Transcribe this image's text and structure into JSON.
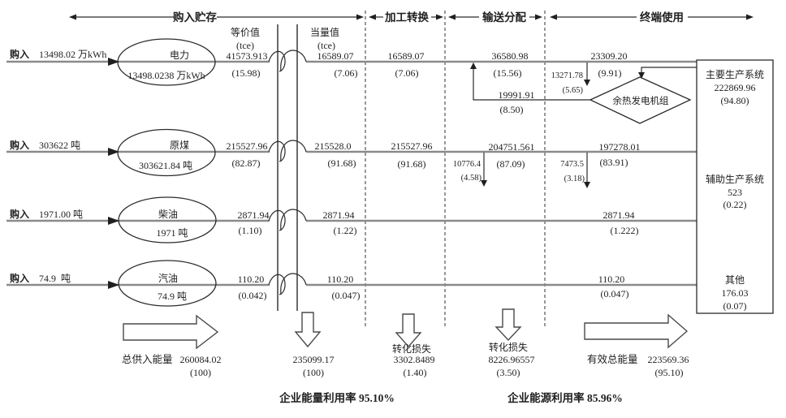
{
  "palette": {
    "ink": "#1f1f1f",
    "flow_line": "#8a8a8a",
    "background": "#ffffff"
  },
  "sections": [
    "购入贮存",
    "加工转换",
    "输送分配",
    "终端使用"
  ],
  "columns": {
    "equivalent": "等价值",
    "equivalent_unit": "(tce)",
    "standard": "当量值",
    "standard_unit": "(tce)"
  },
  "flows": [
    {
      "buy_label": "购入",
      "buy": "13498.02 万kWh",
      "source": "电力",
      "stock": "13498.0238 万kWh",
      "eq": "41573.913",
      "eq_pct": "(15.98)",
      "std": "16589.07",
      "std_pct": "(7.06)",
      "conv": "16589.07",
      "conv_pct": "(7.06)",
      "dist": "36580.98",
      "dist_pct": "(15.56)",
      "end": "23309.20",
      "end_pct": "(9.91)",
      "drop": "13271.78",
      "drop_pct": "(5.65)"
    },
    {
      "buy_label": "购入",
      "buy": "303622 吨",
      "source": "原煤",
      "stock": "303621.84 吨",
      "eq": "215527.96",
      "eq_pct": "(82.87)",
      "std": "215528.0",
      "std_pct": "(91.68)",
      "conv": "215527.96",
      "conv_pct": "(91.68)",
      "dist": "204751.561",
      "dist_pct": "(87.09)",
      "end": "197278.01",
      "end_pct": "(83.91)",
      "drop1": "10776.4",
      "drop1_pct": "(4.58)",
      "drop2": "7473.5",
      "drop2_pct": "(3.18)"
    },
    {
      "buy_label": "购入",
      "buy": "1971.00 吨",
      "source": "柴油",
      "stock": "1971 吨",
      "eq": "2871.94",
      "eq_pct": "(1.10)",
      "std": "2871.94",
      "std_pct": "(1.22)",
      "end": "2871.94",
      "end_pct": "(1.222)"
    },
    {
      "buy_label": "购入",
      "buy": "74.9  吨",
      "source": "汽油",
      "stock": "74.9 吨",
      "eq": "110.20",
      "eq_pct": "(0.042)",
      "std": "110.20",
      "std_pct": "(0.047)",
      "end": "110.20",
      "end_pct": "(0.047)"
    }
  ],
  "waste_heat": {
    "label": "余热发电机组",
    "output": "19991.91",
    "output_pct": "(8.50)"
  },
  "end_use": {
    "main": {
      "label": "主要生产系统",
      "value": "222869.96",
      "pct": "(94.80)"
    },
    "aux": {
      "label": "辅助生产系统",
      "value": "523",
      "pct": "(0.22)"
    },
    "other": {
      "label": "其他",
      "value": "176.03",
      "pct": "(0.07)"
    }
  },
  "totals": {
    "supply": {
      "label": "总供入能量",
      "value": "260084.02",
      "pct": "(100)"
    },
    "standard": {
      "value": "235099.17",
      "pct": "(100)"
    },
    "conv_loss": {
      "label": "转化损失",
      "value": "3302.8489",
      "pct": "(1.40)"
    },
    "dist_loss": {
      "label": "转化损失",
      "value": "8226.96557",
      "pct": "(3.50)"
    },
    "effective": {
      "label": "有效总能量",
      "value": "223569.36",
      "pct": "(95.10)"
    }
  },
  "footnotes": {
    "energy_rate": "企业能量利用率 95.10%",
    "source_rate": "企业能源利用率 85.96%"
  }
}
